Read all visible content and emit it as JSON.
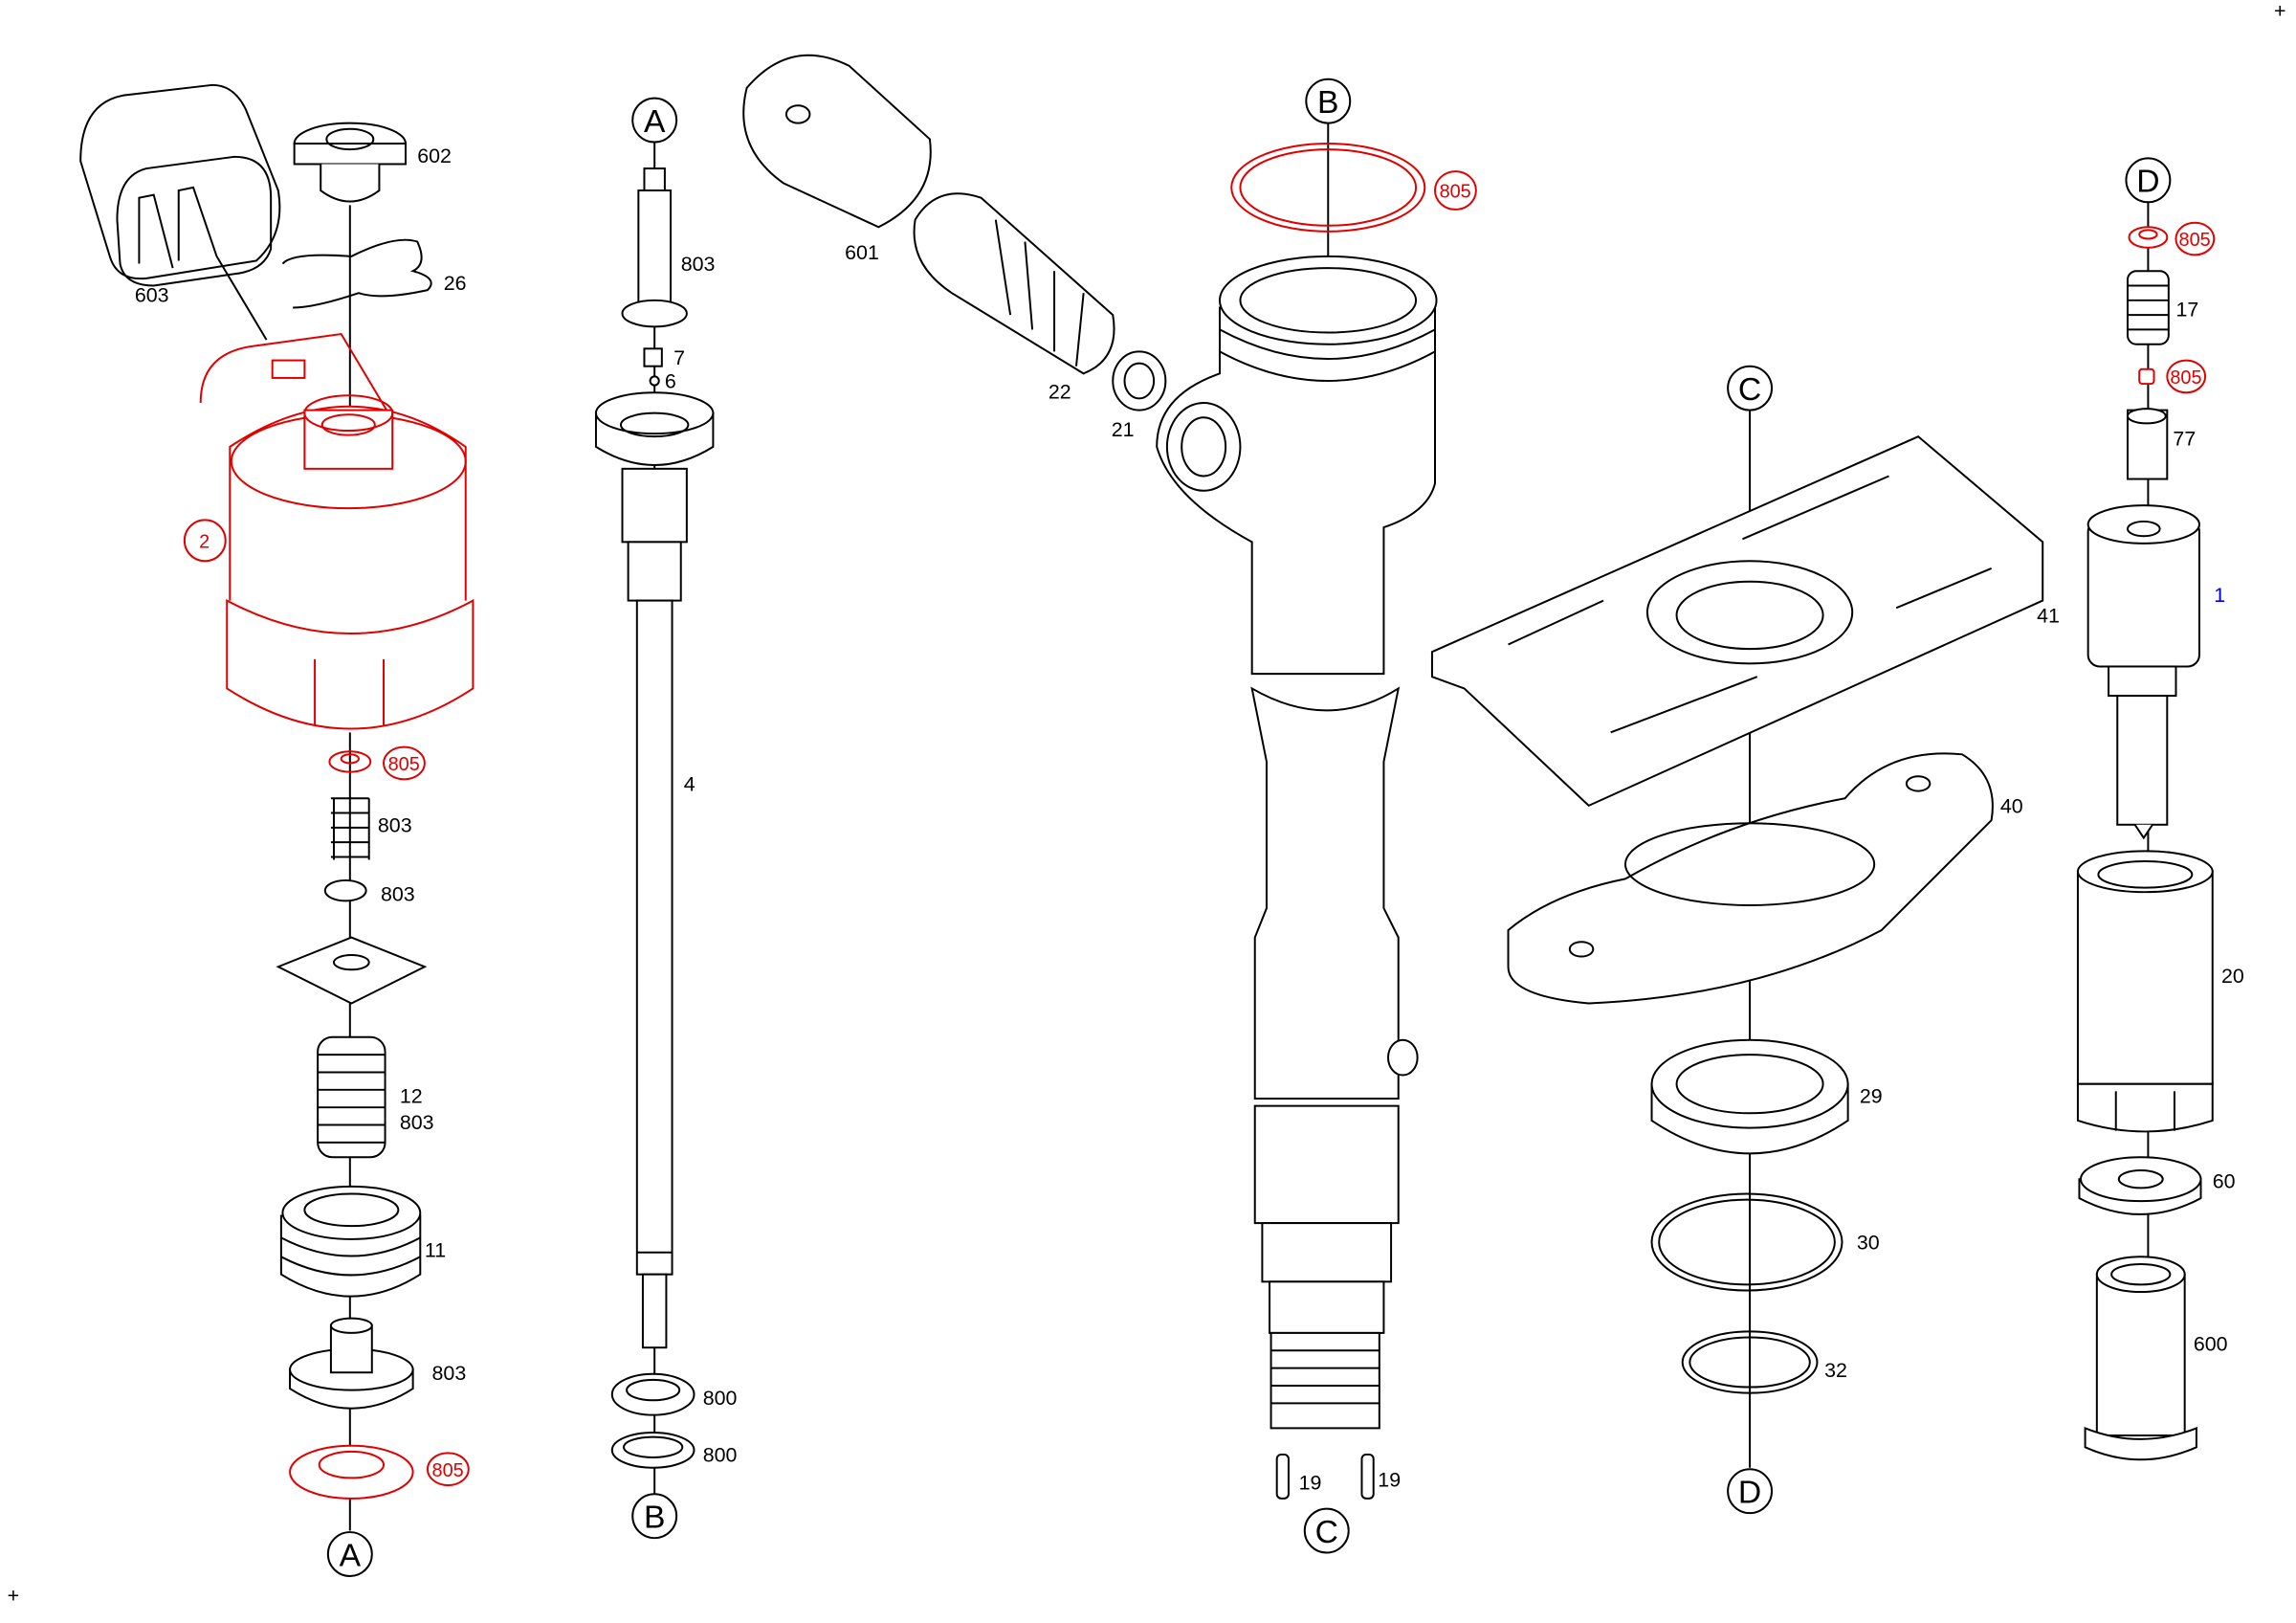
{
  "diagram": {
    "corner_marks": [
      "+",
      "+"
    ],
    "ref_points": {
      "A_top": "A",
      "A_bottom": "A",
      "B_top": "B",
      "B_bottom": "B",
      "C_top": "C",
      "C_bottom": "C",
      "D_top": "D",
      "D_bottom": "D"
    },
    "col1": {
      "p602": "602",
      "p26": "26",
      "p603": "603",
      "p2": "2",
      "p805a": "805",
      "p803a": "803",
      "p803b": "803",
      "p12": "12",
      "p803c": "803",
      "p11": "11",
      "p803d": "803",
      "p805b": "805"
    },
    "col2": {
      "p803": "803",
      "p7": "7",
      "p6": "6",
      "p4": "4",
      "p800a": "800",
      "p800b": "800"
    },
    "col3": {
      "p601": "601",
      "p22": "22",
      "p21": "21",
      "p805": "805",
      "p19a": "19",
      "p19b": "19"
    },
    "col4": {
      "p41": "41",
      "p40": "40",
      "p29": "29",
      "p30": "30",
      "p32": "32"
    },
    "col5": {
      "p805a": "805",
      "p17": "17",
      "p805b": "805",
      "p77": "77",
      "p1": "1",
      "p20": "20",
      "p60": "60",
      "p600": "600"
    },
    "colors": {
      "highlight": "#e00000",
      "main_part": "#0000e0",
      "line": "#000000"
    }
  }
}
